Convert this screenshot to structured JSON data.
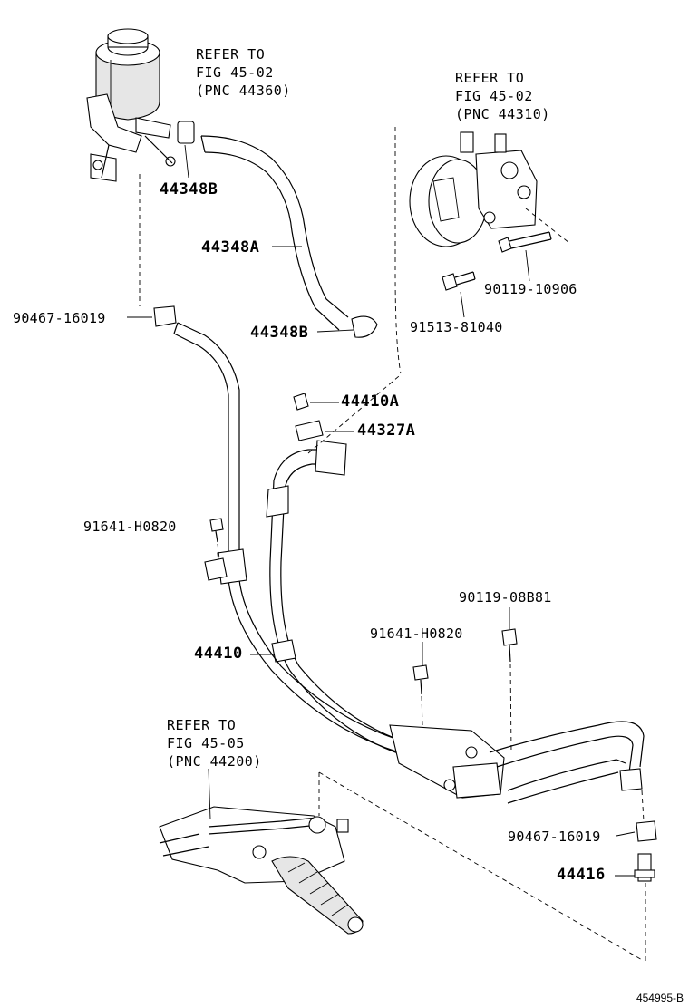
{
  "refs": {
    "reservoir": [
      "REFER TO",
      "FIG 45-02",
      "(PNC 44360)"
    ],
    "pump": [
      "REFER TO",
      "FIG 45-02",
      "(PNC 44310)"
    ],
    "gear": [
      "REFER TO",
      "FIG 45-05",
      "(PNC 44200)"
    ]
  },
  "labels": {
    "p44348b_top": "44348B",
    "p44348a": "44348A",
    "p44348b_bottom": "44348B",
    "p90467_left": "90467-16019",
    "p90119_10906": "90119-10906",
    "p91513": "91513-81040",
    "p44410a": "44410A",
    "p44327a": "44327A",
    "p91641_left": "91641-H0820",
    "p90119_08b81": "90119-08B81",
    "p91641_mid": "91641-H0820",
    "p44410": "44410",
    "p90467_right": "90467-16019",
    "p44416": "44416"
  },
  "figure_id": "454995-B"
}
